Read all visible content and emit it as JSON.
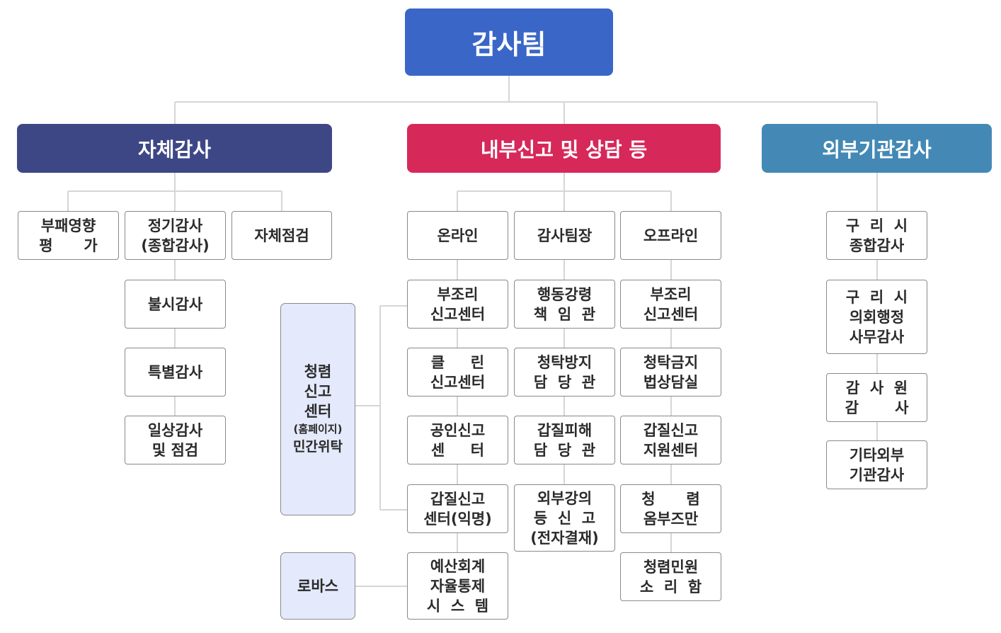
{
  "top": {
    "title": "감사팀"
  },
  "categories": {
    "self_audit": "자체감사",
    "internal_report": "내부신고 및 상담 등",
    "external_audit": "외부기관감사"
  },
  "self_audit": {
    "anticorruption": [
      "부패영향",
      "평      가"
    ],
    "regular": [
      "정기감사",
      "(종합감사)"
    ],
    "self_check": [
      "자체점검"
    ],
    "surprise": [
      "불시감사"
    ],
    "special": [
      "특별감사"
    ],
    "daily": [
      "일상감사",
      "및 점검"
    ]
  },
  "integrity_center": {
    "line1": "청렴",
    "line2": "신고",
    "line3": "센터",
    "line4": "(홈페이지)",
    "line5": "민간위탁"
  },
  "robas": "로바스",
  "online": {
    "head": [
      "온라인"
    ],
    "items": [
      [
        "부조리",
        "신고센터"
      ],
      [
        "클     린",
        "신고센터"
      ],
      [
        "공인신고",
        "센     터"
      ],
      [
        "갑질신고",
        "센터(익명)"
      ],
      [
        "예산회계",
        "자율통제",
        "시  스  템"
      ]
    ]
  },
  "audit_chief": {
    "head": [
      "감사팀장"
    ],
    "items": [
      [
        "행동강령",
        "책  임  관"
      ],
      [
        "청탁방지",
        "담  당  관"
      ],
      [
        "갑질피해",
        "담  당  관"
      ],
      [
        "외부강의",
        "등  신  고",
        "(전자결재)"
      ]
    ]
  },
  "offline": {
    "head": [
      "오프라인"
    ],
    "items": [
      [
        "부조리",
        "신고센터"
      ],
      [
        "청탁금지",
        "법상담실"
      ],
      [
        "갑질신고",
        "지원센터"
      ],
      [
        "청      렴",
        "옴부즈만"
      ],
      [
        "청렴민원",
        "소  리  함"
      ]
    ]
  },
  "external": {
    "items": [
      [
        "구  리  시",
        "종합감사"
      ],
      [
        "구  리  시",
        "의회행정",
        "사무감사"
      ],
      [
        "감  사  원",
        "감       사"
      ],
      [
        "기타외부",
        "기관감사"
      ]
    ]
  }
}
